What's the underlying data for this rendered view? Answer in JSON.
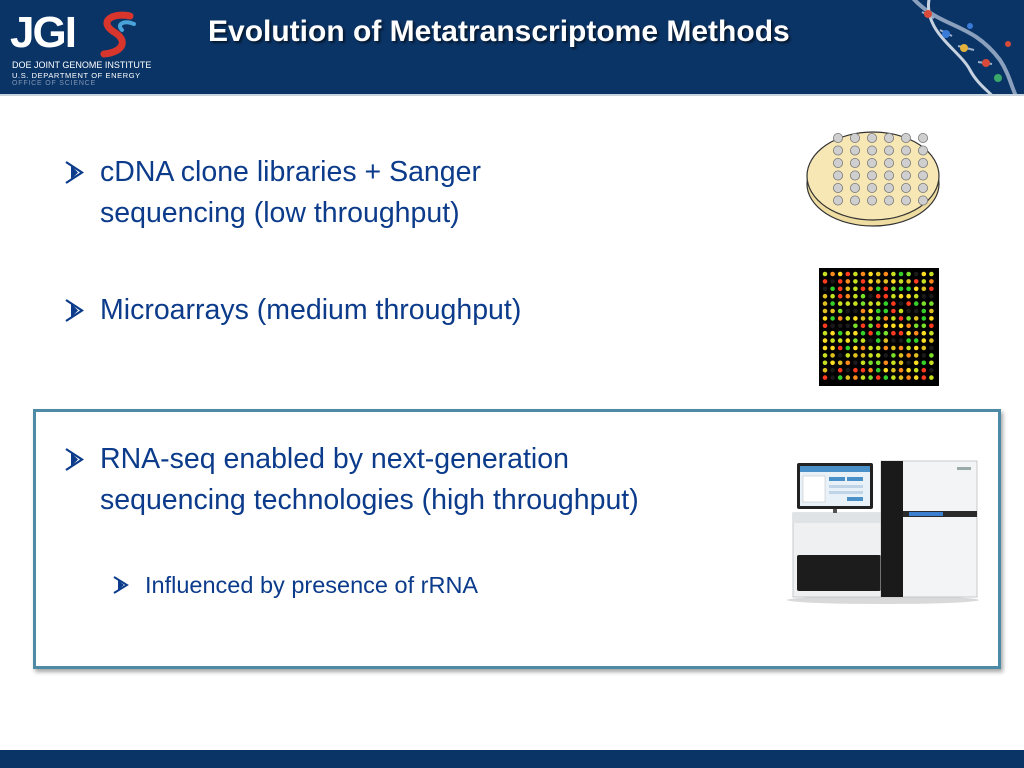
{
  "header": {
    "title": "Evolution of Metatranscriptome Methods",
    "background": "#0b3466",
    "logo": {
      "mark": "JGI",
      "line1": "DOE JOINT GENOME INSTITUTE",
      "line2": "U.S. DEPARTMENT OF ENERGY",
      "line3": "OFFICE OF SCIENCE",
      "swirl_color": "#d8362c"
    }
  },
  "bullets": [
    {
      "text": "cDNA clone libraries + Sanger sequencing (low throughput)"
    },
    {
      "text": "Microarrays (medium throughput)"
    },
    {
      "text": "RNA-seq enabled by next-generation sequencing technologies (high throughput)"
    }
  ],
  "sub_bullets": [
    {
      "text": "Influenced by presence of rRNA"
    }
  ],
  "colors": {
    "bullet_text": "#0b3b8a",
    "highlight_border": "#4c8aa5"
  }
}
